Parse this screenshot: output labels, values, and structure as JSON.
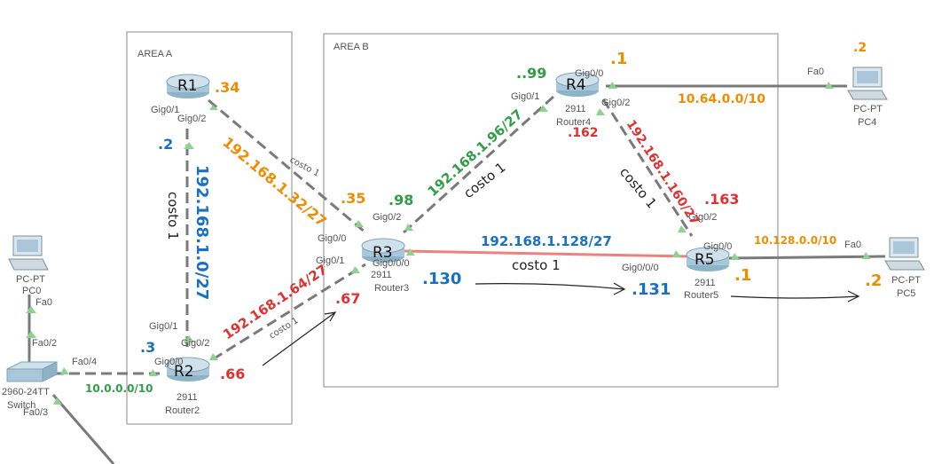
{
  "areas": {
    "a": "AREA A",
    "b": "AREA B"
  },
  "routers": {
    "r1": {
      "name": "R1",
      "model": "",
      "label": ""
    },
    "r2": {
      "name": "R2",
      "model": "2911",
      "label": "Router2"
    },
    "r3": {
      "name": "R3",
      "model": "2911",
      "label": "Router3"
    },
    "r4": {
      "name": "R4",
      "model": "2911",
      "label": "Router4"
    },
    "r5": {
      "name": "R5",
      "model": "2911",
      "label": "Router5"
    }
  },
  "switch": {
    "model": "2960-24TT",
    "label": "Switch"
  },
  "pcs": {
    "pc4": {
      "type": "PC-PT",
      "label": "PC4"
    },
    "pc5": {
      "type": "PC-PT",
      "label": "PC5"
    },
    "pc0": {
      "type": "PC-PT",
      "label": "PC0"
    }
  },
  "ports": {
    "r1_gig01": "Gig0/1",
    "r1_gig02": "Gig0/2",
    "r2_gig01": "Gig0/1",
    "r2_gig02": "Gig0/2",
    "r2_gig00": "Gig0/0",
    "r3_gig00": "Gig0/0",
    "r3_gig01": "Gig0/1",
    "r3_gig02": "Gig0/2",
    "r3_gig000": "Gig0/0/0",
    "r4_gig00": "Gig0/0",
    "r4_gig01": "Gig0/1",
    "r4_gig02": "Gig0/2",
    "r5_gig00": "Gig0/0",
    "r5_gig000": "Gig0/0/0",
    "r5_gig02": "Gig0/2",
    "pc4_fa0": "Fa0",
    "pc5_fa0": "Fa0",
    "pc0_fa0": "Fa0",
    "sw_fa02": "Fa0/2",
    "sw_fa04": "Fa0/4",
    "sw_fa03": "Fa0/3"
  },
  "subnets": {
    "r1_r3": "192.168.1.32/27",
    "r1_r2": "192.168.1.0/27",
    "r2_r3": "192.168.1.64/27",
    "r3_r4": "192.168.1.96/27",
    "r4_r5": "192.168.1.160/27",
    "r3_r5": "192.168.1.128/27",
    "r4_pc4": "10.64.0.0/10",
    "r5_pc5": "10.128.0.0/10",
    "r2_sw": "10.0.0.0/10"
  },
  "hosts": {
    "r1_34": ".34",
    "r1_2": ".2",
    "r2_3": ".3",
    "r2_66": ".66",
    "r3_35": ".35",
    "r3_98": ".98",
    "r3_67": ".67",
    "r3_130": ".130",
    "r4_99": "..99",
    "r4_1": ".1",
    "r4_162": ".162",
    "r5_163": ".163",
    "r5_131": ".131",
    "r5_1": ".1",
    "pc4_2": ".2",
    "pc5_2": ".2"
  },
  "costs": {
    "small": "costo 1",
    "r1_r2": "costo 1",
    "r3_r4": "costo 1",
    "r4_r5": "costo 1",
    "r3_r5": "costo 1"
  },
  "colors": {
    "orange": "#f08c00",
    "blue": "#1971c2",
    "green": "#2f9e44",
    "red": "#e03131",
    "router_body": "#a9c7d8",
    "cable": "#7a7a7a"
  }
}
